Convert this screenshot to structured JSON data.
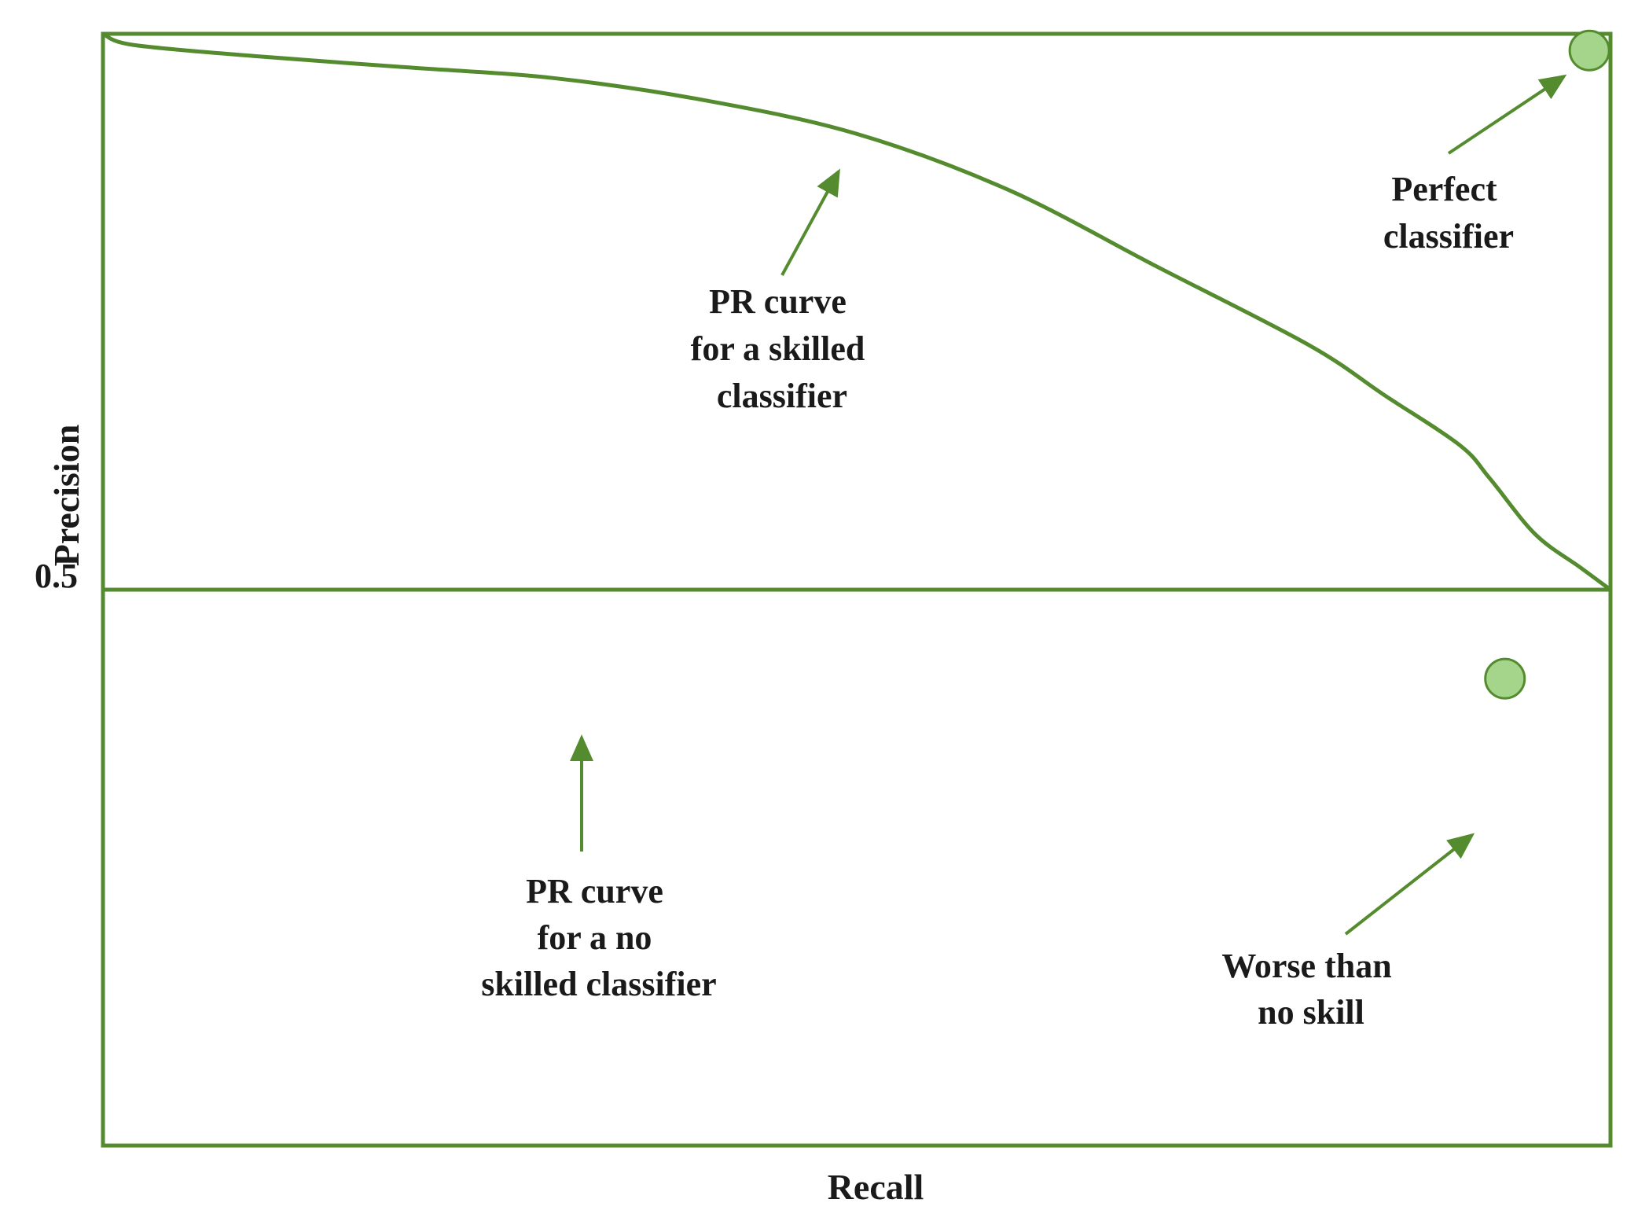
{
  "chart_data": {
    "type": "line",
    "xlabel": "Recall",
    "ylabel": "Precision",
    "xlim": [
      0,
      1
    ],
    "ylim": [
      0,
      1
    ],
    "grid": false,
    "yticks": [
      0.5
    ],
    "ytick_labels": [
      "0.5"
    ],
    "series": [
      {
        "x": [
          0.0,
          0.02,
          0.1,
          0.2,
          0.3,
          0.4,
          0.5,
          0.6,
          0.7,
          0.8,
          0.85,
          0.9,
          0.92,
          0.95,
          0.98,
          1.0
        ],
        "y": [
          1.0,
          0.99,
          0.98,
          0.97,
          0.96,
          0.94,
          0.91,
          0.86,
          0.79,
          0.72,
          0.675,
          0.63,
          0.6,
          0.55,
          0.52,
          0.5
        ]
      },
      {
        "x": [
          0.0,
          1.0
        ],
        "y": [
          0.5,
          0.5
        ]
      }
    ],
    "points": [
      {
        "x": 0.986,
        "y": 0.985
      },
      {
        "x": 0.93,
        "y": 0.42
      }
    ],
    "annotations": [
      {
        "lines": [
          "PR curve",
          "for a skilled",
          "classifier"
        ]
      },
      {
        "lines": [
          "Perfect",
          "classifier"
        ]
      },
      {
        "lines": [
          "PR curve",
          "for a no",
          "skilled classifier"
        ]
      },
      {
        "lines": [
          "Worse than",
          "no skill"
        ]
      }
    ],
    "colors": {
      "line": "#558b2f",
      "marker_fill": "#a5d58a",
      "marker_stroke": "#558b2f"
    }
  }
}
